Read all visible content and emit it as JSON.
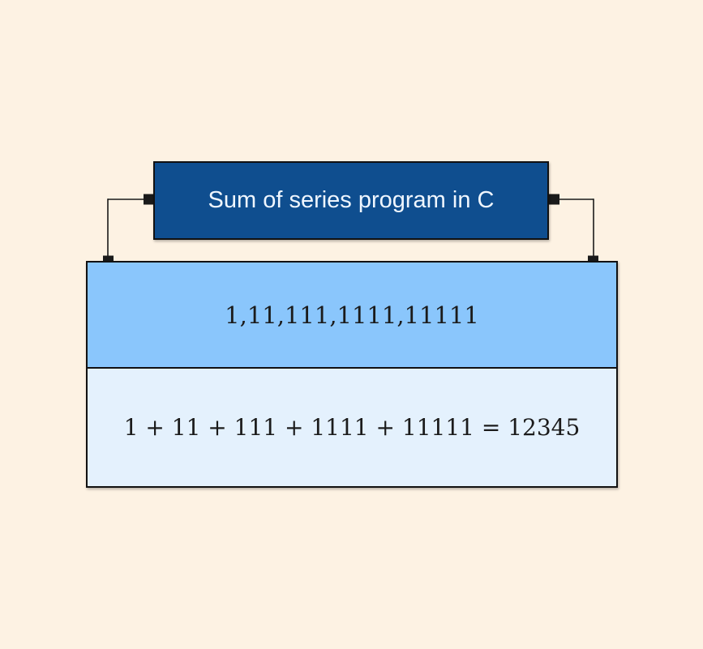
{
  "colors": {
    "page_bg": "#FDF2E3",
    "title_box_bg": "#0F4E8F",
    "title_text": "#EFF6FF",
    "series_box_bg": "#8AC6FC",
    "result_box_bg": "#E4F1FD",
    "connector": "#1A1A1A",
    "box_border": "#111111",
    "body_text": "#1B1B1B"
  },
  "diagram": {
    "title_box": {
      "label": "Sum of series program in C"
    },
    "series_box": {
      "label": "1,11,111,1111,11111"
    },
    "result_box": {
      "label": "1 + 11 + 111 + 1111 + 11111 = 12345"
    }
  }
}
